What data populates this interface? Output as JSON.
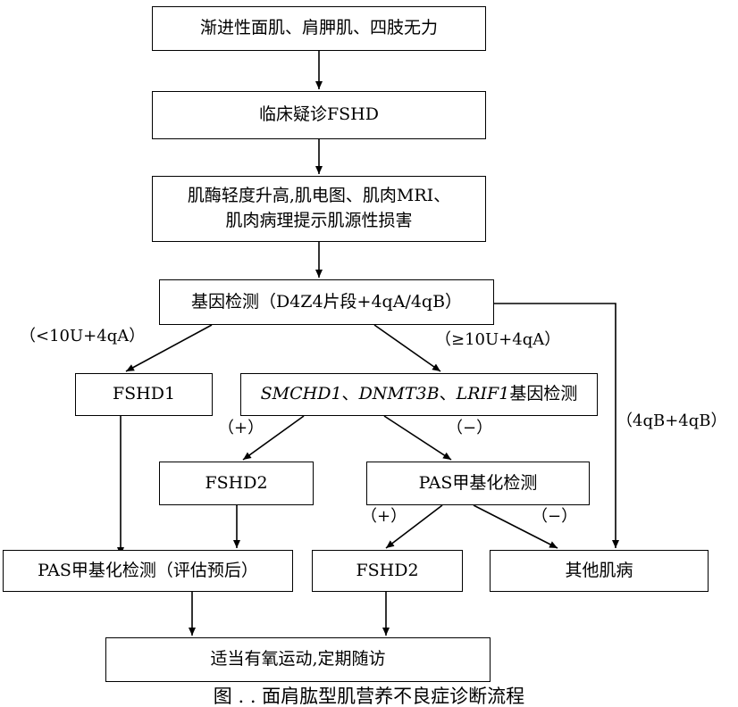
{
  "nodes": {
    "symptoms": "渐进性面肌、肩胛肌、四肢无力",
    "suspect": "临床疑诊FSHD",
    "tests_line1": "肌酶轻度升高,肌电图、肌肉MRI、",
    "tests_line2": "肌肉病理提示肌源性损害",
    "genetic": "基因检测（D4Z4片段+4qA/4qB）",
    "fshd1": "FSHD1",
    "gene_smchd1": "SMCHD1",
    "gene_sep1": "、",
    "gene_dnmt3b": "DNMT3B",
    "gene_sep2": "、",
    "gene_lrif1": "LRIF1",
    "gene_suffix": "基因检测",
    "fshd2_left": "FSHD2",
    "pas_middle": "PAS甲基化检测",
    "pas_prognosis": "PAS甲基化检测（评估预后）",
    "fshd2_bottom": "FSHD2",
    "other": "其他肌病",
    "followup": "适当有氧运动,定期随访"
  },
  "edge_labels": {
    "lt10": "（<10U+4qA）",
    "ge10": "（≥10U+4qA）",
    "plus_left": "（+）",
    "minus_left": "（−）",
    "plus_right": "（+）",
    "minus_right": "（−）",
    "b4q": "（4qB+4qB）"
  },
  "caption": "图 . . 面肩肱型肌营养不良症诊断流程"
}
